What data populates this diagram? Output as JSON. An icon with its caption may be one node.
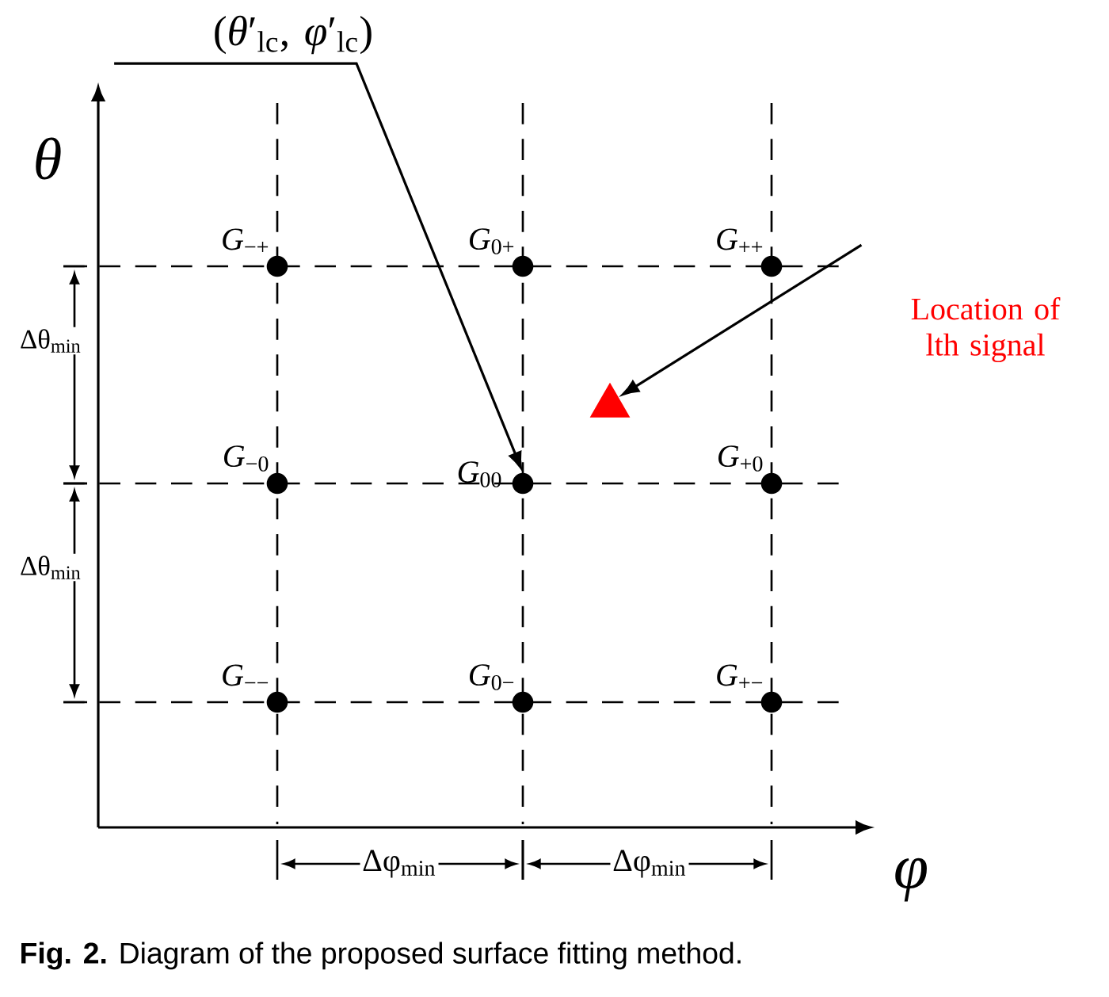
{
  "diagram": {
    "caption": "**Fig. 2.** Diagram of the proposed surface fitting method.",
    "nodes": [
      {
        "text": [],
        "shape": "circle",
        "beside": [
          "*G*$_{−+}$"
        ]
      },
      {
        "text": [],
        "shape": "circle",
        "beside": [
          "*G*$_{0+}$"
        ]
      },
      {
        "text": [],
        "shape": "circle",
        "beside": [
          "*G*$_{++}$"
        ]
      },
      {
        "text": [],
        "shape": "circle",
        "beside": [
          "*G*$_{−0}$"
        ]
      },
      {
        "text": [],
        "shape": "circle",
        "beside": [
          "*G*$_{00}$"
        ]
      },
      {
        "text": [],
        "shape": "circle",
        "beside": [
          "*G*$_{+0}$"
        ]
      },
      {
        "text": [],
        "shape": "circle",
        "beside": [
          "*G*$_{−−}$"
        ]
      },
      {
        "text": [],
        "shape": "circle",
        "beside": [
          "*G*$_{0−}$"
        ]
      },
      {
        "text": [],
        "shape": "circle",
        "beside": [
          "*G*$_{+−}$"
        ]
      },
      {
        "text": [
          "(*θ*′$_{lc}$, *φ*′$_{lc}$)"
        ]
      },
      {
        "text": [
          "Location of lth signal"
        ]
      },
      {
        "text": [],
        "shape": "triangle"
      }
    ],
    "edges": [
      {
        "from": 9,
        "to": 4,
        "arrow": "to"
      },
      {
        "from": 10,
        "to": 11,
        "arrow": "to"
      }
    ],
    "labels": [
      "*θ*",
      "Δθ$_{min}$",
      "Δθ$_{min}$",
      "Δφ$_{min}$",
      "Δφ$_{min}$",
      "*φ*"
    ]
  }
}
